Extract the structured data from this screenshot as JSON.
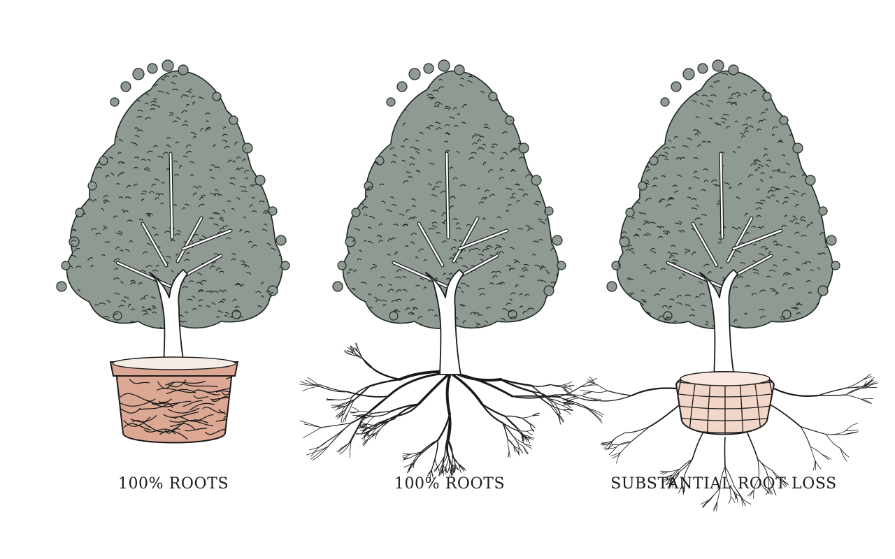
{
  "panels": [
    {
      "id": "container-grown",
      "caption": "100% ROOTS"
    },
    {
      "id": "field-grown",
      "caption": "100% ROOTS"
    },
    {
      "id": "balled-burlapped",
      "caption": "SUBSTANTIAL ROOT LOSS"
    }
  ],
  "colors": {
    "foliage": "#8e9a92",
    "foliage_detail": "#1f2622",
    "outline": "#1a1a1a",
    "trunk": "#ffffff",
    "pot_fill": "#dca894",
    "burlap_fill": "#f2d6c8"
  }
}
